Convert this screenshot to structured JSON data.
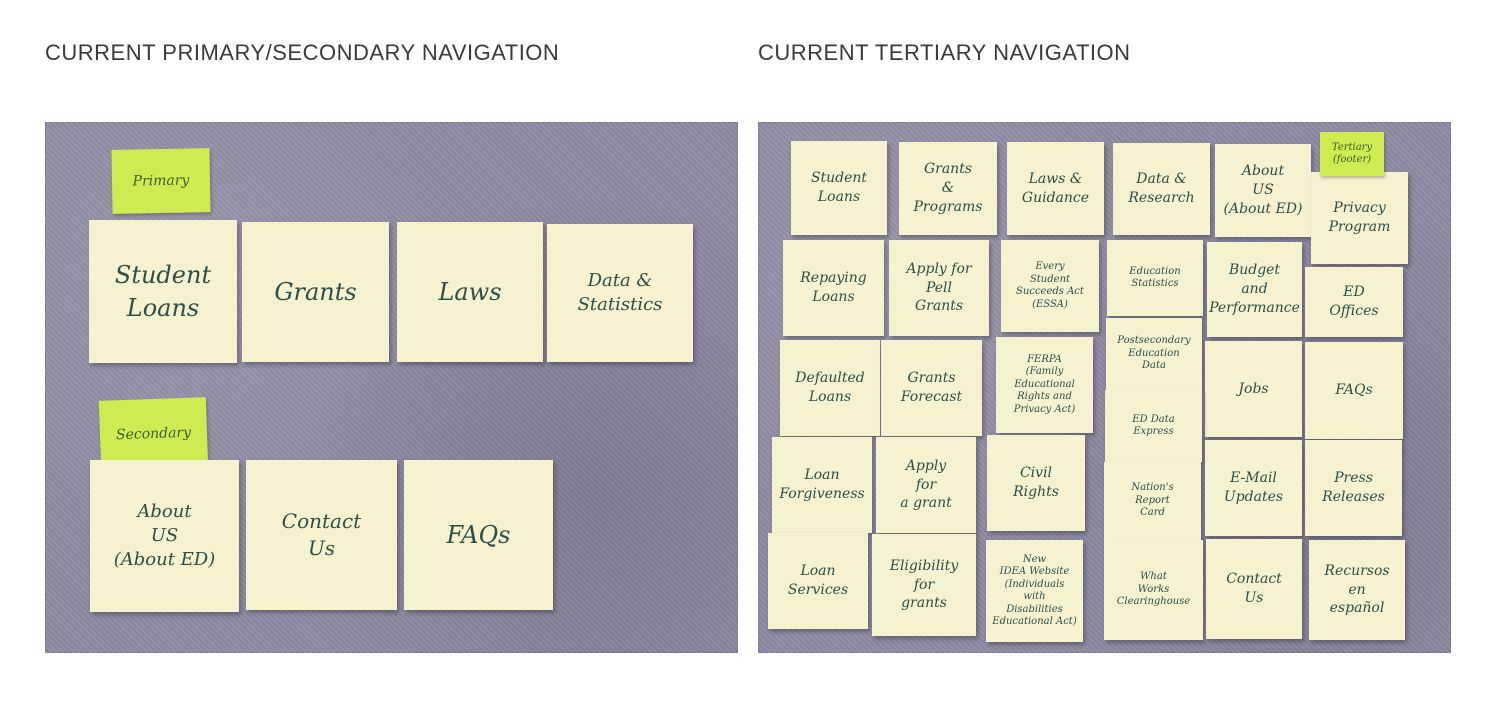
{
  "headings": {
    "left": "CURRENT PRIMARY/SECONDARY NAVIGATION",
    "right": "CURRENT TERTIARY NAVIGATION"
  },
  "left_photo": {
    "primary_tag": "Primary",
    "primary_notes": [
      "Student\nLoans",
      "Grants",
      "Laws",
      "Data &\nStatistics"
    ],
    "secondary_tag": "Secondary",
    "secondary_notes": [
      "About\nUS\n(About ED)",
      "Contact\nUs",
      "FAQs"
    ]
  },
  "right_photo": {
    "tertiary_tag": "Tertiary\n(footer)",
    "notes": [
      "Student\nLoans",
      "Grants\n&\nPrograms",
      "Laws &\nGuidance",
      "Data &\nResearch",
      "About\nUS\n(About ED)",
      "Privacy\nProgram",
      "Repaying\nLoans",
      "Apply for\nPell\nGrants",
      "Every\nStudent\nSucceeds Act\n(ESSA)",
      "Education\nStatistics",
      "Budget\nand\nPerformance",
      "ED\nOffices",
      "Defaulted\nLoans",
      "Grants\nForecast",
      "FERPA\n(Family Educational\nRights and\nPrivacy Act)",
      "Postsecondary\nEducation\nData",
      "Jobs",
      "FAQs",
      "ED Data\nExpress",
      "Loan\nForgiveness",
      "Apply\nfor\na grant",
      "Civil\nRights",
      "Nation's\nReport\nCard",
      "E-Mail\nUpdates",
      "Press\nReleases",
      "Loan\nServices",
      "Eligibility\nfor\ngrants",
      "New\nIDEA Website\n(Individuals with\nDisabilities\nEducational Act)",
      "What\nWorks\nClearinghouse",
      "Contact\nUs",
      "Recursos\nen\nespañol"
    ]
  }
}
